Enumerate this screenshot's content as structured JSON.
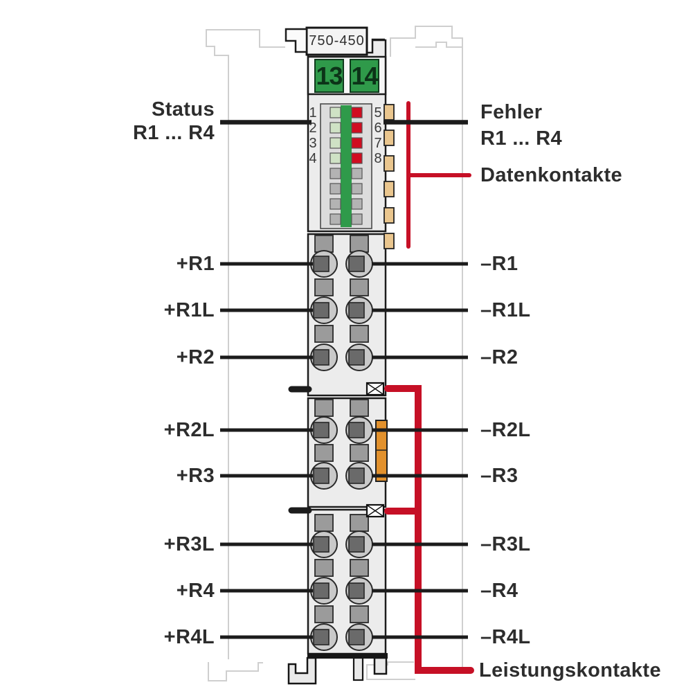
{
  "device": {
    "model": "750-450",
    "marking_left": "13",
    "marking_right": "14"
  },
  "annotations": {
    "status_line1": "Status",
    "status_line2": "R1 ... R4",
    "error_line1": "Fehler",
    "error_line2": "R1 ... R4",
    "data_contacts_label": "Datenkontakte",
    "power_contacts_label": "Leistungskontakte"
  },
  "leds": {
    "left_numbers": [
      "1",
      "2",
      "3",
      "4"
    ],
    "right_numbers": [
      "5",
      "6",
      "7",
      "8"
    ],
    "rows": [
      {
        "left": "on_green",
        "right": "on_red"
      },
      {
        "left": "on_green",
        "right": "on_red"
      },
      {
        "left": "on_green",
        "right": "on_red"
      },
      {
        "left": "on_green",
        "right": "on_red"
      },
      {
        "left": "off",
        "right": "off"
      },
      {
        "left": "off",
        "right": "off"
      },
      {
        "left": "off",
        "right": "off"
      },
      {
        "left": "off",
        "right": "off"
      }
    ]
  },
  "terminals": {
    "left": [
      "+R1",
      "+R1L",
      "+R2",
      "+R2L",
      "+R3",
      "+R3L",
      "+R4",
      "+R4L"
    ],
    "right": [
      "–R1",
      "–R1L",
      "–R2",
      "–R2L",
      "–R3",
      "–R3L",
      "–R4",
      "–R4L"
    ]
  },
  "colors": {
    "module_green": "#2f9a4a",
    "marking_text": "#0c3318",
    "led_green": "#cfe2c5",
    "led_red": "#d00d20",
    "led_off": "#b3b3b3",
    "contact_tan": "#eac68e",
    "power_orange": "#e2912d",
    "annotation_red": "#c61026",
    "line_black": "#1c1c1c"
  }
}
